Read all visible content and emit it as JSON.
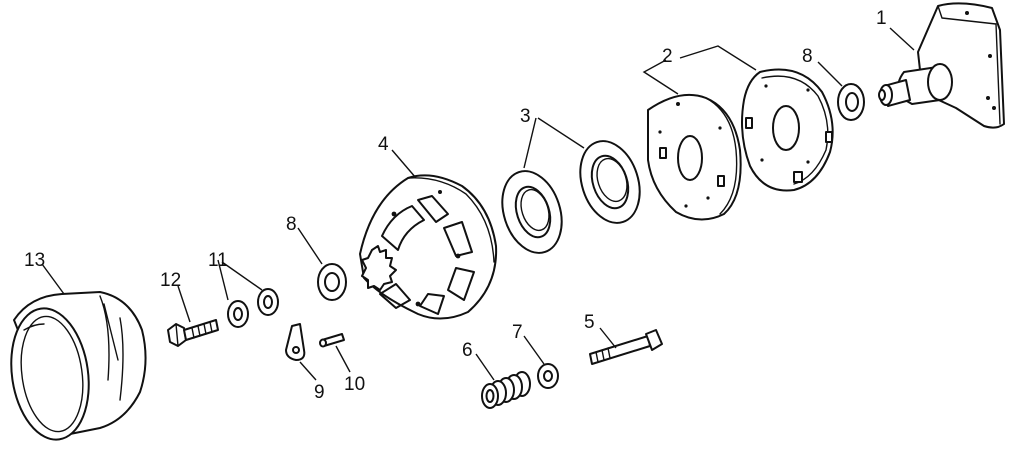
{
  "diagram": {
    "callouts": [
      {
        "id": "part-1",
        "label": "1"
      },
      {
        "id": "part-2",
        "label": "2"
      },
      {
        "id": "part-3",
        "label": "3"
      },
      {
        "id": "part-4",
        "label": "4"
      },
      {
        "id": "part-5",
        "label": "5"
      },
      {
        "id": "part-6",
        "label": "6"
      },
      {
        "id": "part-7",
        "label": "7"
      },
      {
        "id": "part-8a",
        "label": "8"
      },
      {
        "id": "part-8b",
        "label": "8"
      },
      {
        "id": "part-9",
        "label": "9"
      },
      {
        "id": "part-10",
        "label": "10"
      },
      {
        "id": "part-11",
        "label": "11"
      },
      {
        "id": "part-12",
        "label": "12"
      },
      {
        "id": "part-13",
        "label": "13"
      }
    ]
  }
}
